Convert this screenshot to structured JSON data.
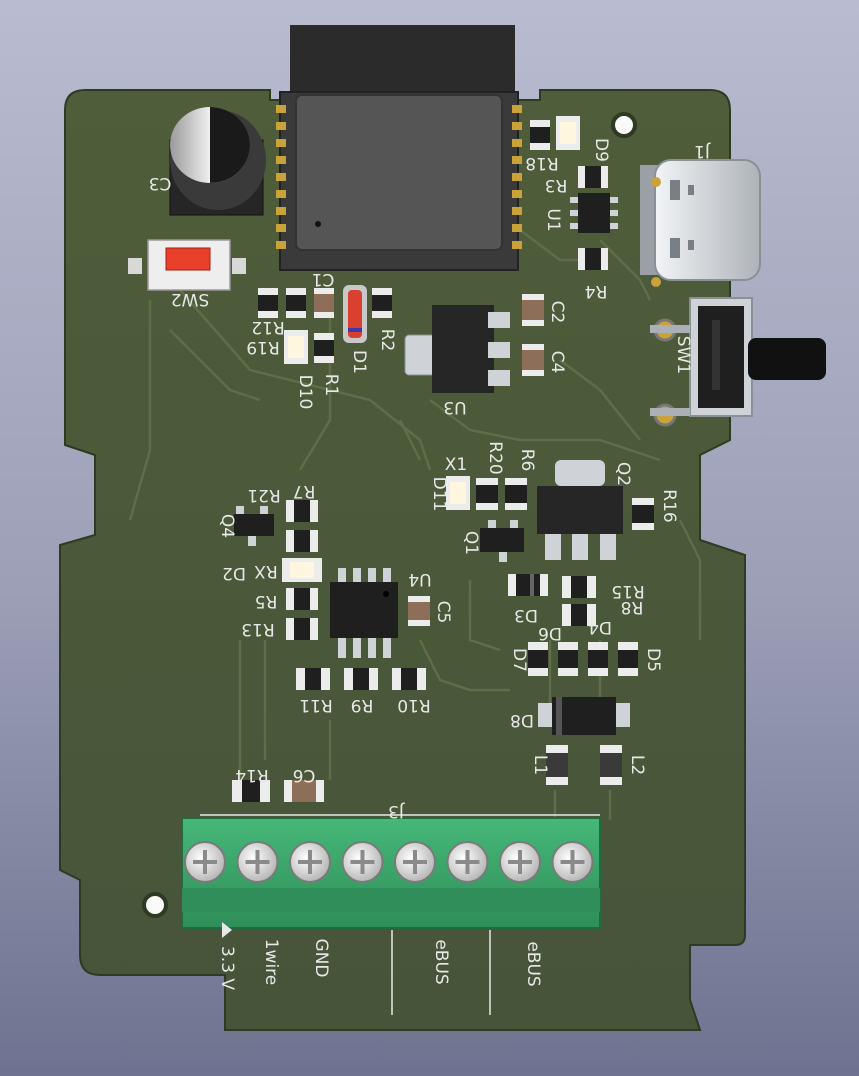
{
  "colors": {
    "background_top": "#b9bcd0",
    "background_bottom": "#6f7290",
    "board": "#4c5a38",
    "silkscreen": "#e8e8e8",
    "copper_trace": "#5b6a45",
    "terminal_block": "#3aa56b",
    "module_body": "#3d3d3d",
    "usb_metal": "#cfd3d7",
    "tact_switch_actuator": "#e8402a"
  },
  "board": {
    "reference_designators": {
      "c3": "C3",
      "sw2": "SW2",
      "c1": "C1",
      "r12": "R12",
      "r19": "R19",
      "d10": "D10",
      "r1": "R1",
      "d1": "D1",
      "r2": "R2",
      "d9": "D9",
      "r18": "R18",
      "r3": "R3",
      "u1": "U1",
      "r4": "R4",
      "j1": "J1",
      "sw1": "SW1",
      "c2": "C2",
      "c4": "C4",
      "u3": "U3",
      "x1": "X1",
      "r20": "R20",
      "r6": "R6",
      "d11": "D11",
      "q2": "Q2",
      "r16": "R16",
      "q1": "Q1",
      "r21": "R21",
      "r7": "R7",
      "q4": "Q4",
      "d2": "D2",
      "rx": "RX",
      "r5": "R5",
      "r13": "R13",
      "u4": "U4",
      "c5": "C5",
      "r15": "R15",
      "r8": "R8",
      "d3": "D3",
      "d6": "D6",
      "d4": "D4",
      "d7": "D7",
      "d5": "D5",
      "r11": "R11",
      "r9": "R9",
      "r10": "R10",
      "d8": "D8",
      "l1": "L1",
      "l2": "L2",
      "r14": "R14",
      "c6": "C6",
      "j3": "J3"
    },
    "terminal_labels": [
      "3.3 V",
      "1wire",
      "GND",
      "eBUS",
      "eBUS"
    ],
    "terminal_screw_count": 8
  }
}
